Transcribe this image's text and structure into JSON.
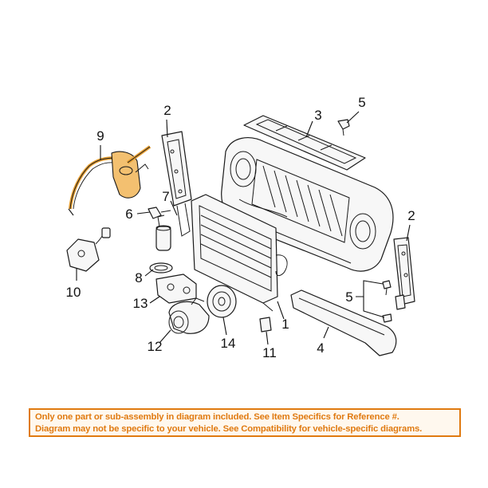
{
  "callouts": {
    "c1": "1",
    "c2a": "2",
    "c2b": "2",
    "c3": "3",
    "c4": "4",
    "c5a": "5",
    "c5b": "5",
    "c6": "6",
    "c7": "7",
    "c8": "8",
    "c9": "9",
    "c10": "10",
    "c11": "11",
    "c12": "12",
    "c13": "13",
    "c14": "14"
  },
  "colors": {
    "highlight": "#e8a033",
    "disclaimer_text": "#e07a10",
    "line": "#1a1a1a"
  },
  "disclaimer": {
    "line1": "Only one part or sub-assembly in diagram included. See Item Specifics for Reference #.",
    "line2": "Diagram may not be specific to your vehicle. See Compatibility for vehicle-specific diagrams."
  }
}
